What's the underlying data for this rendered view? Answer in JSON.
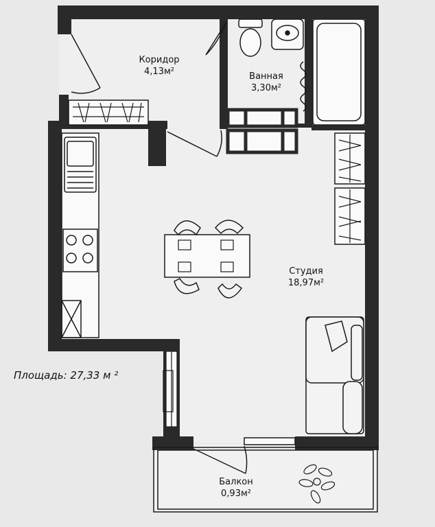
{
  "rooms": {
    "corridor": {
      "name": "Коридор",
      "area": "4,13м²"
    },
    "bathroom": {
      "name": "Ванная",
      "area": "3,30м²"
    },
    "studio": {
      "name": "Студия",
      "area": "18,97м²"
    },
    "balcony": {
      "name": "Балкон",
      "area": "0,93м²"
    }
  },
  "total_area": {
    "label": "Площадь: 27,33 м ²"
  },
  "colors": {
    "wall": "#2a2a2a",
    "floor": "#efefef",
    "background": "#e9e9e9",
    "line": "#1a1a1a"
  }
}
